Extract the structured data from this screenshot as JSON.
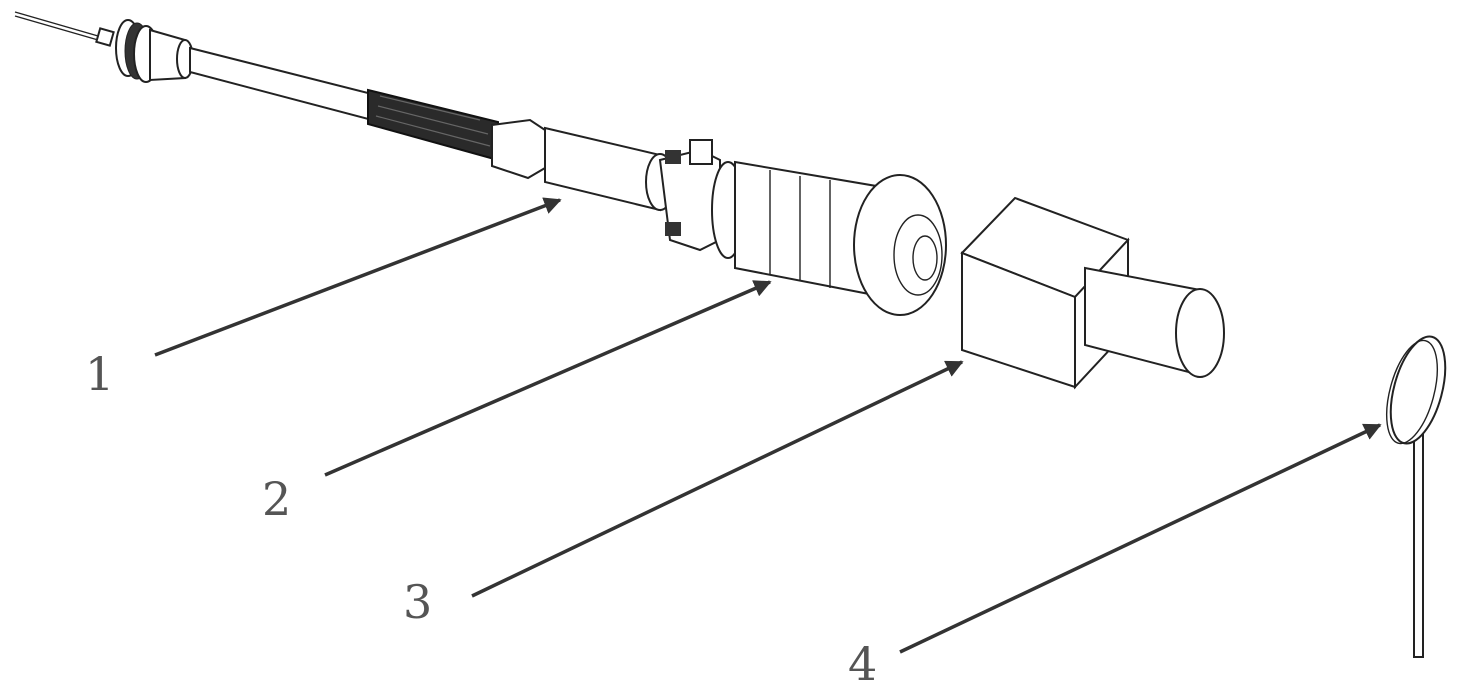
{
  "labels": {
    "part1": "1",
    "part2": "2",
    "part3": "3",
    "part4": "4"
  },
  "colors": {
    "line": "#222222",
    "leader": "#333333",
    "label": "#555555"
  }
}
